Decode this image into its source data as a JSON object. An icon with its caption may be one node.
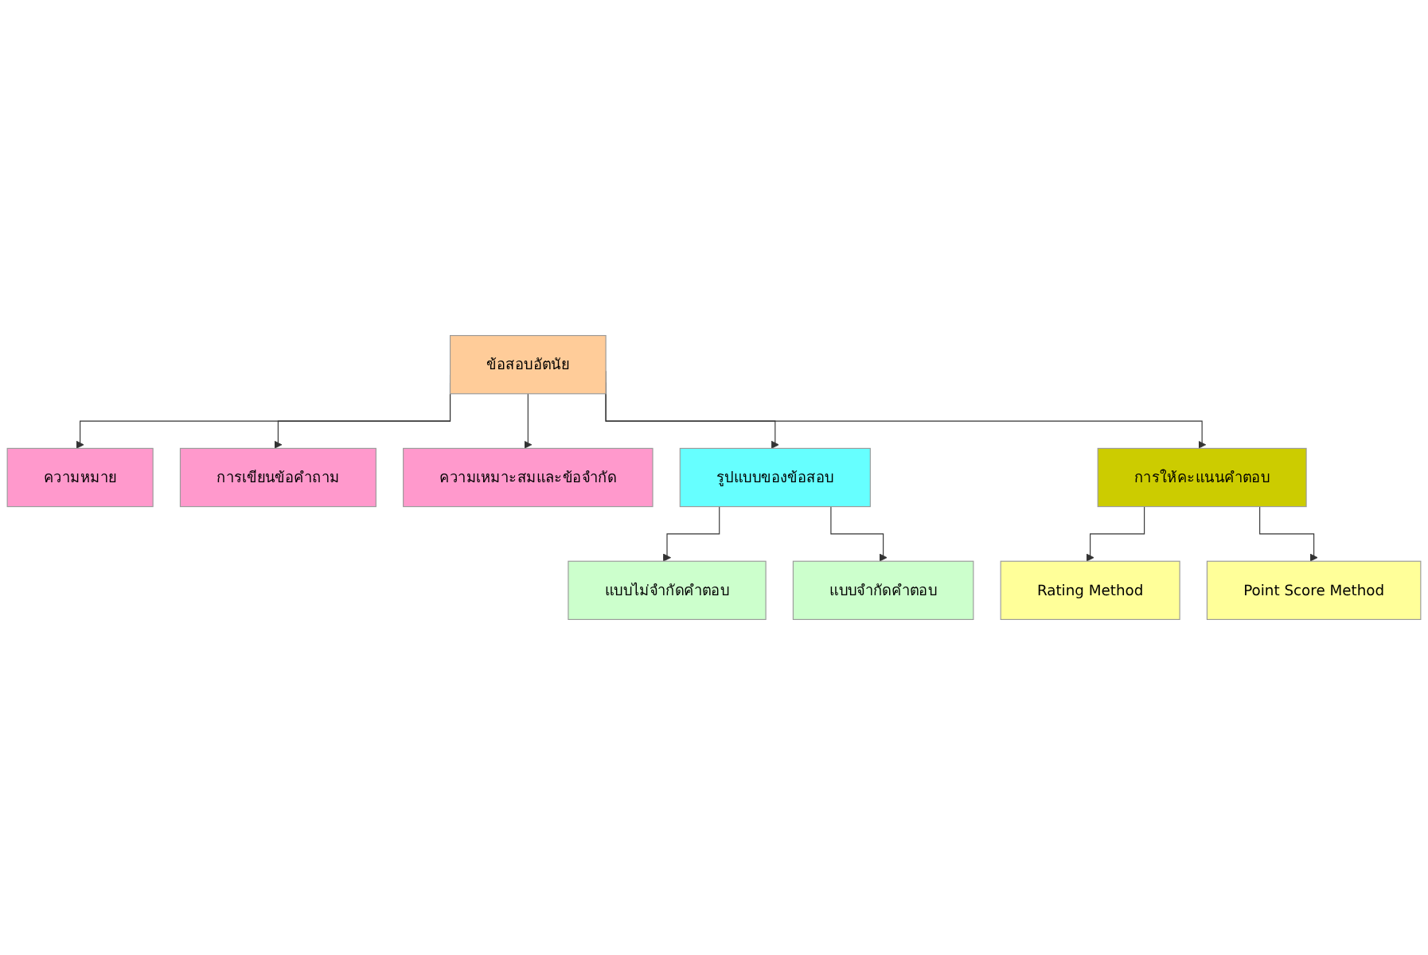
{
  "diagram": {
    "nodes": [
      {
        "text": [
          "ข้อสอบอัตนัย"
        ]
      },
      {
        "text": [
          "ความหมาย"
        ]
      },
      {
        "text": [
          "การเขียนข้อคำถาม"
        ]
      },
      {
        "text": [
          "ความเหมาะสมและข้อจำกัด"
        ]
      },
      {
        "text": [
          "รูปแบบของข้อสอบ"
        ]
      },
      {
        "text": [
          "การให้คะแนนคำตอบ"
        ]
      },
      {
        "text": [
          "แบบไม่จำกัดคำตอบ"
        ]
      },
      {
        "text": [
          "แบบจำกัดคำตอบ"
        ]
      },
      {
        "text": [
          "Rating Method"
        ]
      },
      {
        "text": [
          "Point Score Method"
        ]
      }
    ],
    "edges": [
      {
        "from": 0,
        "to": 1,
        "arrow": "to"
      },
      {
        "from": 0,
        "to": 4,
        "arrow": "to"
      },
      {
        "from": 0,
        "to": 2,
        "arrow": "to"
      },
      {
        "from": 0,
        "to": 5,
        "arrow": "to"
      },
      {
        "from": 0,
        "to": 3,
        "arrow": "to"
      },
      {
        "from": 4,
        "to": 6,
        "arrow": "to"
      },
      {
        "from": 4,
        "to": 7,
        "arrow": "to"
      },
      {
        "from": 5,
        "to": 8,
        "arrow": "to"
      },
      {
        "from": 5,
        "to": 9,
        "arrow": "to"
      }
    ]
  }
}
